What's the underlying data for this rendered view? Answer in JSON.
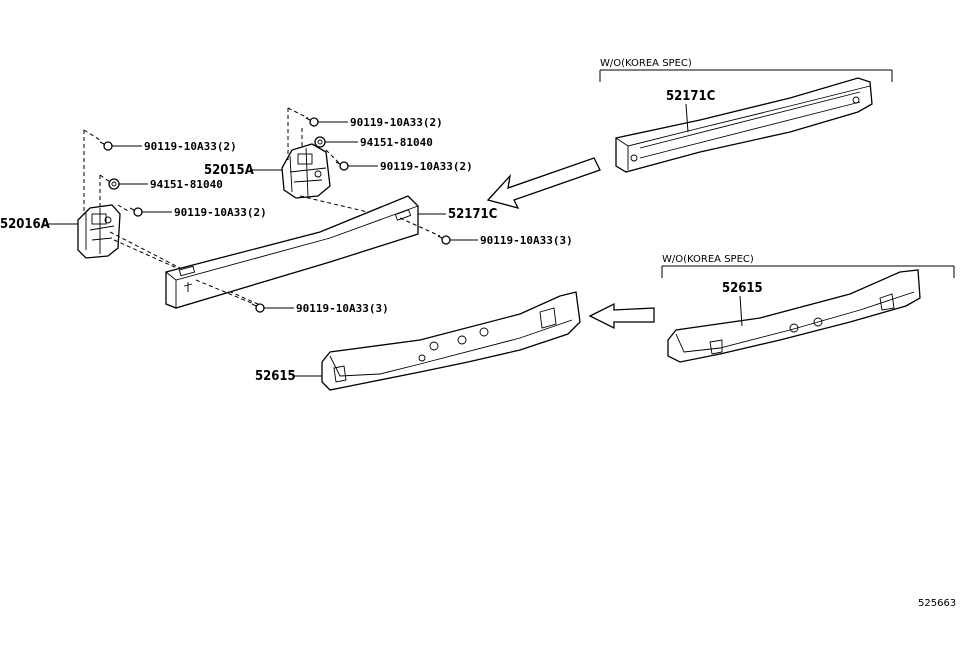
{
  "labels": {
    "bracket_left": "52016A",
    "bracket_right": "52015A",
    "bolt_a": "90119-10A33(2)",
    "nut_a": "94151-81040",
    "bolt_b": "90119-10A33(2)",
    "nut_b": "94151-81040",
    "bolt_c": "90119-10A33(2)",
    "bolt_d": "90119-10A33(2)",
    "bolt_e": "90119-10A33(3)",
    "bolt_f": "90119-10A33(3)",
    "reinforcement_main": "52171C",
    "reinforcement_alt": "52171C",
    "absorber_main": "52615",
    "absorber_alt": "52615",
    "note_top": "W/O(KOREA SPEC)",
    "note_bottom": "W/O(KOREA SPEC)",
    "figure_id": "525663"
  }
}
